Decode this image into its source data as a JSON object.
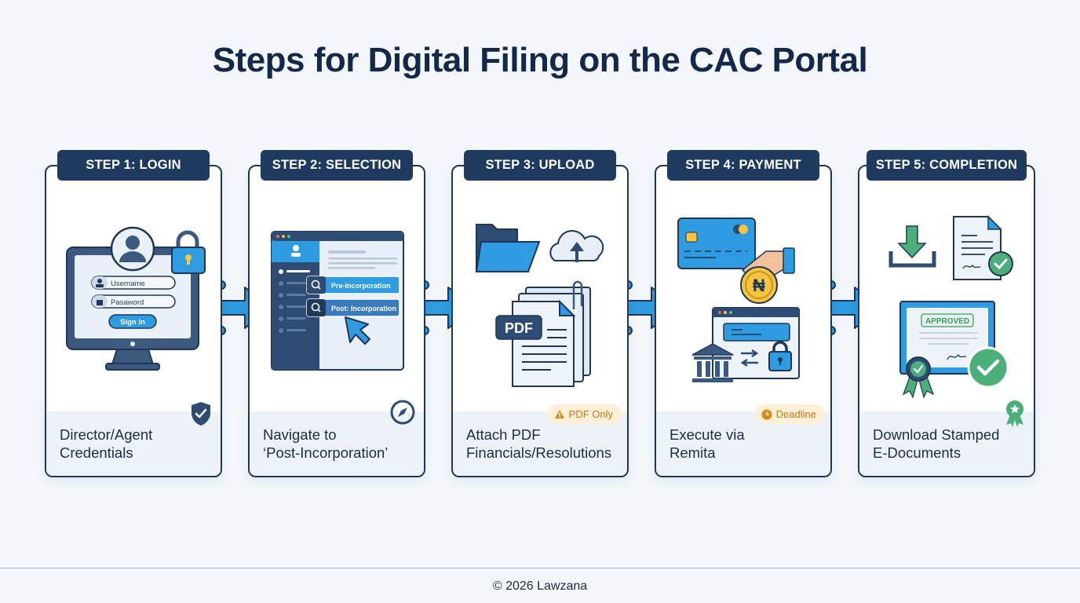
{
  "title": "Steps for Digital Filing on the CAC Portal",
  "steps": [
    {
      "header": "STEP 1: LOGIN",
      "description_line1": "Director/Agent",
      "description_line2": "Credentials",
      "illustration": {
        "username_field": "Username",
        "password_field": "Pasaword",
        "button": "Sign In"
      },
      "corner_icon": "shield-check-icon"
    },
    {
      "header": "STEP 2: SELECTION",
      "description_line1": "Navigate to",
      "description_line2": "‘Post-Incorporation’",
      "illustration": {
        "option_1": "Pre-Incorporation",
        "option_2": "Post: Incorporation"
      },
      "corner_icon": "compass-icon"
    },
    {
      "header": "STEP 3: UPLOAD",
      "description_line1": "Attach PDF",
      "description_line2": "Financials/Resolutions",
      "illustration": {
        "file_label": "PDF"
      },
      "badge": "PDF Only",
      "badge_icon": "warning-icon"
    },
    {
      "header": "STEP 4: PAYMENT",
      "description_line1": "Execute via",
      "description_line2": "Remita",
      "illustration": {
        "currency_symbol": "₦"
      },
      "badge": "Deadline",
      "badge_icon": "clock-icon"
    },
    {
      "header": "STEP 5: COMPLETION",
      "description_line1": "Download Stamped",
      "description_line2": "E-Documents",
      "illustration": {
        "stamp": "APPROVED"
      },
      "corner_icon": "award-ribbon-icon"
    }
  ],
  "footer": {
    "copyright": "© 2026 Lawzana"
  },
  "colors": {
    "navy": "#1e3a5f",
    "accent_blue": "#2f9be0",
    "success_green": "#4caf7a",
    "warning_orange": "#d98a1c",
    "background": "#f3f7fb"
  }
}
